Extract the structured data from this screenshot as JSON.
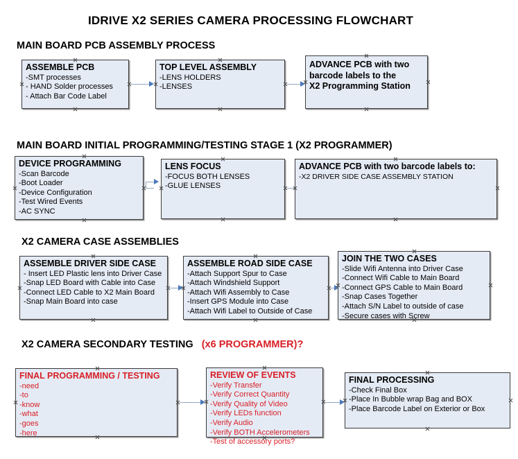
{
  "document": {
    "title": "IDRIVE X2  SERIES CAMERA PROCESSING FLOWCHART"
  },
  "colors": {
    "node_fill": "#e5ebf5",
    "node_border": "#3a3a3a",
    "connector": "#8fa6bf",
    "arrow": "#4a79b8",
    "accent_red": "#d81f26",
    "text": "#000000",
    "background": "#ffffff"
  },
  "sections": [
    {
      "id": "main-board-pcb-assembly",
      "heading": "MAIN BOARD PCB ASSEMBLY PROCESS",
      "heading_accent": "",
      "nodes": [
        {
          "id": "assemble-pcb",
          "title": "ASSEMBLE PCB",
          "lines": [
            "-SMT processes",
            "- HAND Solder processes",
            "- Attach Bar Code Label"
          ]
        },
        {
          "id": "top-level-assembly",
          "title": "TOP LEVEL ASSEMBLY",
          "lines": [
            "-LENS HOLDERS",
            "-LENSES"
          ]
        },
        {
          "id": "advance-pcb-to-programming-station",
          "title": "ADVANCE PCB with two",
          "lines": [
            "barcode labels to the",
            " X2 Programming Station"
          ]
        }
      ]
    },
    {
      "id": "main-board-initial-programming",
      "heading": "MAIN BOARD INITIAL PROGRAMMING/TESTING STAGE 1 (X2 PROGRAMMER)",
      "heading_accent": "",
      "nodes": [
        {
          "id": "device-programming",
          "title": "DEVICE PROGRAMMING",
          "lines": [
            "-Scan Barcode",
            "-Boot Loader",
            "-Device Configuration",
            "-Test Wired Events",
            "-AC SYNC"
          ]
        },
        {
          "id": "lens-focus",
          "title": "LENS FOCUS",
          "lines": [
            "-FOCUS BOTH LENSES",
            "-GLUE LENSES"
          ]
        },
        {
          "id": "advance-pcb-to-driver-side-case",
          "title": "ADVANCE PCB with two barcode labels to:",
          "lines": [
            "-X2 DRIVER  SIDE  CASE  ASSEMBLY STATION"
          ]
        }
      ]
    },
    {
      "id": "x2-camera-case-assemblies",
      "heading": "X2 CAMERA CASE ASSEMBLIES",
      "heading_accent": "",
      "nodes": [
        {
          "id": "assemble-driver-side-case",
          "title": "ASSEMBLE DRIVER SIDE CASE",
          "lines": [
            "- Insert LED Plastic lens into Driver Case",
            "-Snap LED Board with Cable into Case",
            "-Connect LED Cable to X2 Main Board",
            "-Snap Main Board into case"
          ]
        },
        {
          "id": "assemble-road-side-case",
          "title": "ASSEMBLE ROAD SIDE CASE",
          "lines": [
            "-Attach Support Spur to Case",
            "-Attach Windshield Support",
            "-Attach Wifi Assembly to Case",
            "-Insert GPS Module into Case",
            "-Attach Wifi Label to Outside of Case"
          ]
        },
        {
          "id": "join-the-two-cases",
          "title": "JOIN THE TWO CASES",
          "lines": [
            "-Slide Wifi Antenna into Driver Case",
            "-Connect Wifi Cable to Main Board",
            "-Connect GPS Cable to Main Board",
            "-Snap Cases Together",
            "-Attach S/N Label to outside of case",
            "-Secure cases with Screw"
          ]
        }
      ]
    },
    {
      "id": "x2-camera-secondary-testing",
      "heading": "X2 CAMERA SECONDARY TESTING",
      "heading_accent": "(x6 PROGRAMMER)?",
      "nodes": [
        {
          "id": "final-programming-testing",
          "title": "FINAL PROGRAMMING / TESTING",
          "lines": [
            "-need",
            "-to",
            "-know",
            "-what",
            "-goes",
            "-here"
          ]
        },
        {
          "id": "review-of-events",
          "title": "REVIEW OF EVENTS",
          "lines": [
            "-Verify Transfer",
            "-Verify Correct Quantity",
            "-Verify Quality of Video",
            "-Verify LEDs function",
            "-Verify Audio",
            "-Verify BOTH Accelerometers",
            "-Test of accessory ports?"
          ]
        },
        {
          "id": "final-processing",
          "title": "FINAL PROCESSING",
          "lines": [
            " -Check Final Box",
            "-Place In Bubble wrap Bag and BOX",
            "-Place Barcode Label on Exterior or Box"
          ]
        }
      ]
    }
  ]
}
